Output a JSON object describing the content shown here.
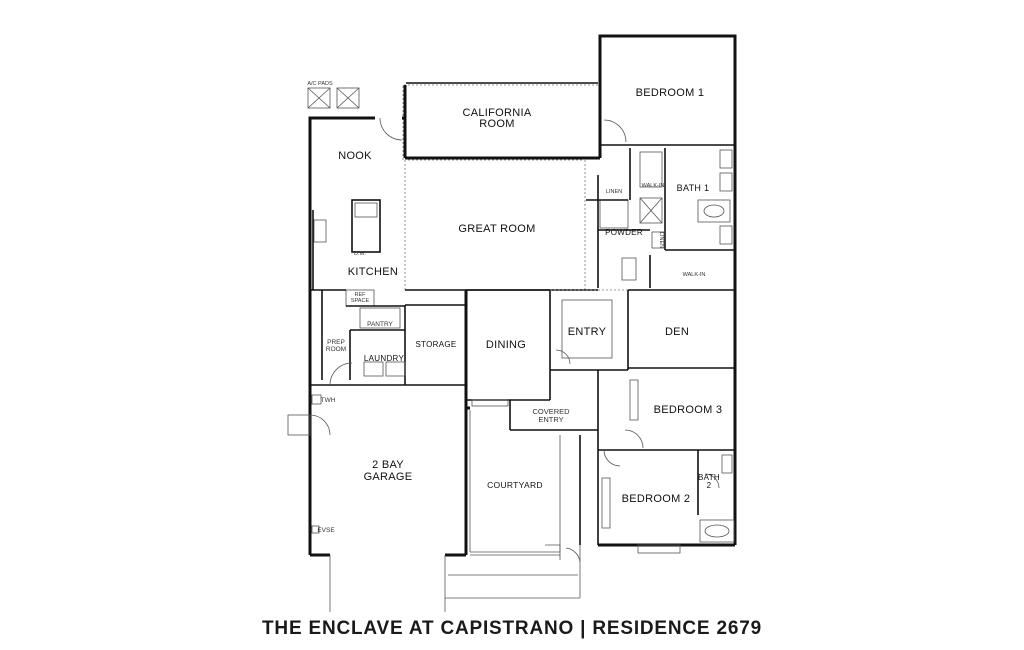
{
  "plan": {
    "rooms": {
      "ac_pads": "A/C PADS",
      "california_room_1": "CALIFORNIA",
      "california_room_2": "ROOM",
      "bedroom1": "BEDROOM 1",
      "nook": "NOOK",
      "great_room": "GREAT ROOM",
      "bath1": "BATH 1",
      "linen": "LINEN",
      "walk_in_top": "WALK-IN",
      "powder": "POWDER",
      "linen_vertical": "LINEN",
      "walk_in_bottom": "WALK-IN",
      "kitchen": "KITCHEN",
      "dw": "D.W.",
      "ref_space_1": "REF",
      "ref_space_2": "SPACE",
      "pantry": "PANTRY",
      "prep_room_1": "PREP",
      "prep_room_2": "ROOM",
      "laundry": "LAUNDRY",
      "storage": "STORAGE",
      "dining": "DINING",
      "entry": "ENTRY",
      "den": "DEN",
      "twh": "TWH",
      "covered_entry_1": "COVERED",
      "covered_entry_2": "ENTRY",
      "bedroom3": "BEDROOM 3",
      "garage_1": "2 BAY",
      "garage_2": "GARAGE",
      "courtyard": "COURTYARD",
      "bath2_1": "BATH",
      "bath2_2": "2",
      "bedroom2": "BEDROOM 2",
      "evse": "EVSE"
    }
  },
  "caption": "THE ENCLAVE AT CAPISTRANO | RESIDENCE 2679"
}
